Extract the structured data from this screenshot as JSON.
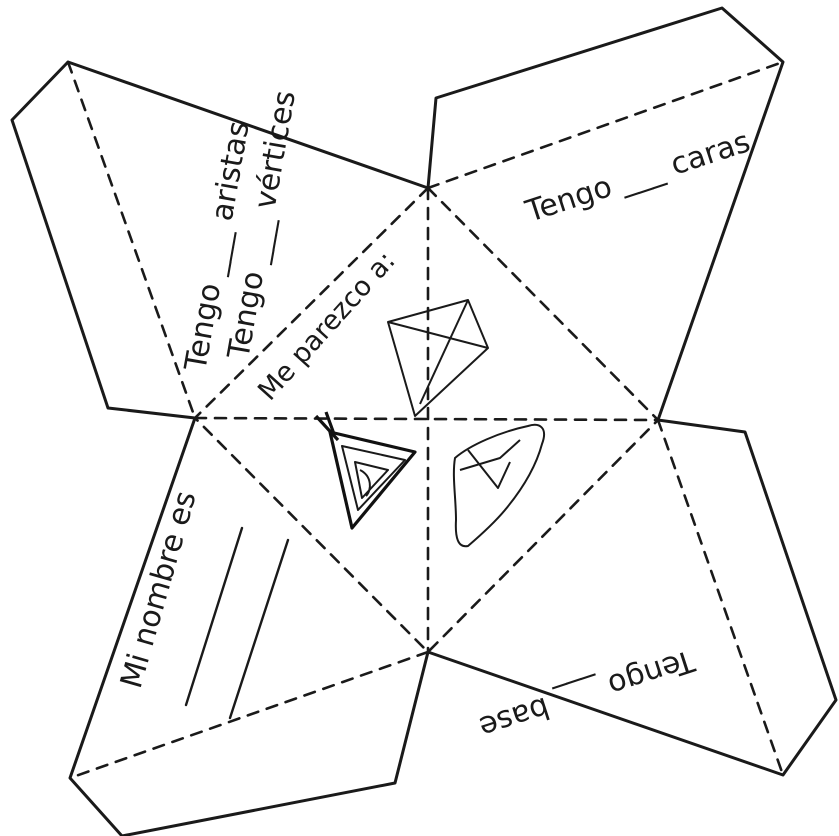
{
  "labels": {
    "tengo_aristas": "Tengo ___ aristas",
    "tengo_vertices": "Tengo ___ vértices",
    "me_parezco": "Me parezco a:",
    "tengo_caras": "Tengo ___ caras",
    "mi_nombre": "Mi nombre es",
    "tengo_base": "Tengo ___ base"
  },
  "drawings": {
    "pyramid_sketch_icon": "pyramid-sketch-icon",
    "tent_sketch_icon": "tent-sketch-icon",
    "rock_sketch_icon": "rock-sketch-icon"
  },
  "colors": {
    "ink": "#1a1a1a",
    "paper": "#ffffff"
  }
}
